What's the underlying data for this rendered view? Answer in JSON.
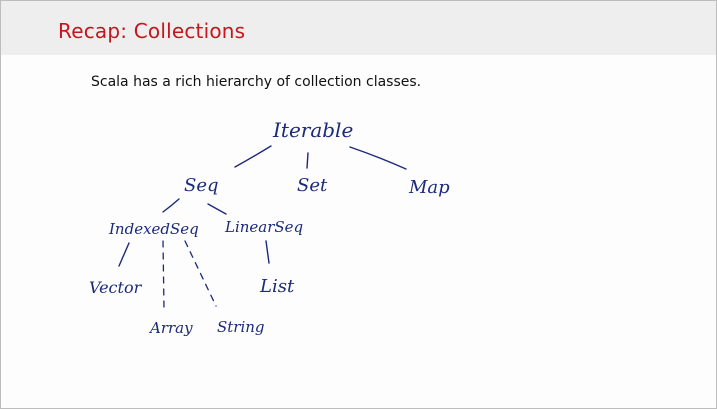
{
  "slide": {
    "title": "Recap: Collections",
    "intro": "Scala has a rich hierarchy of collection classes."
  },
  "diagram": {
    "nodes": {
      "iterable": "Iterable",
      "seq": "Seq",
      "set": "Set",
      "map": "Map",
      "indexed_seq": "IndexedSeq",
      "linear_seq": "LinearSeq",
      "vector": "Vector",
      "array": "Array",
      "string": "String",
      "list": "List"
    },
    "ink_color": "#1b2a7a",
    "title_color": "#c4161c"
  }
}
